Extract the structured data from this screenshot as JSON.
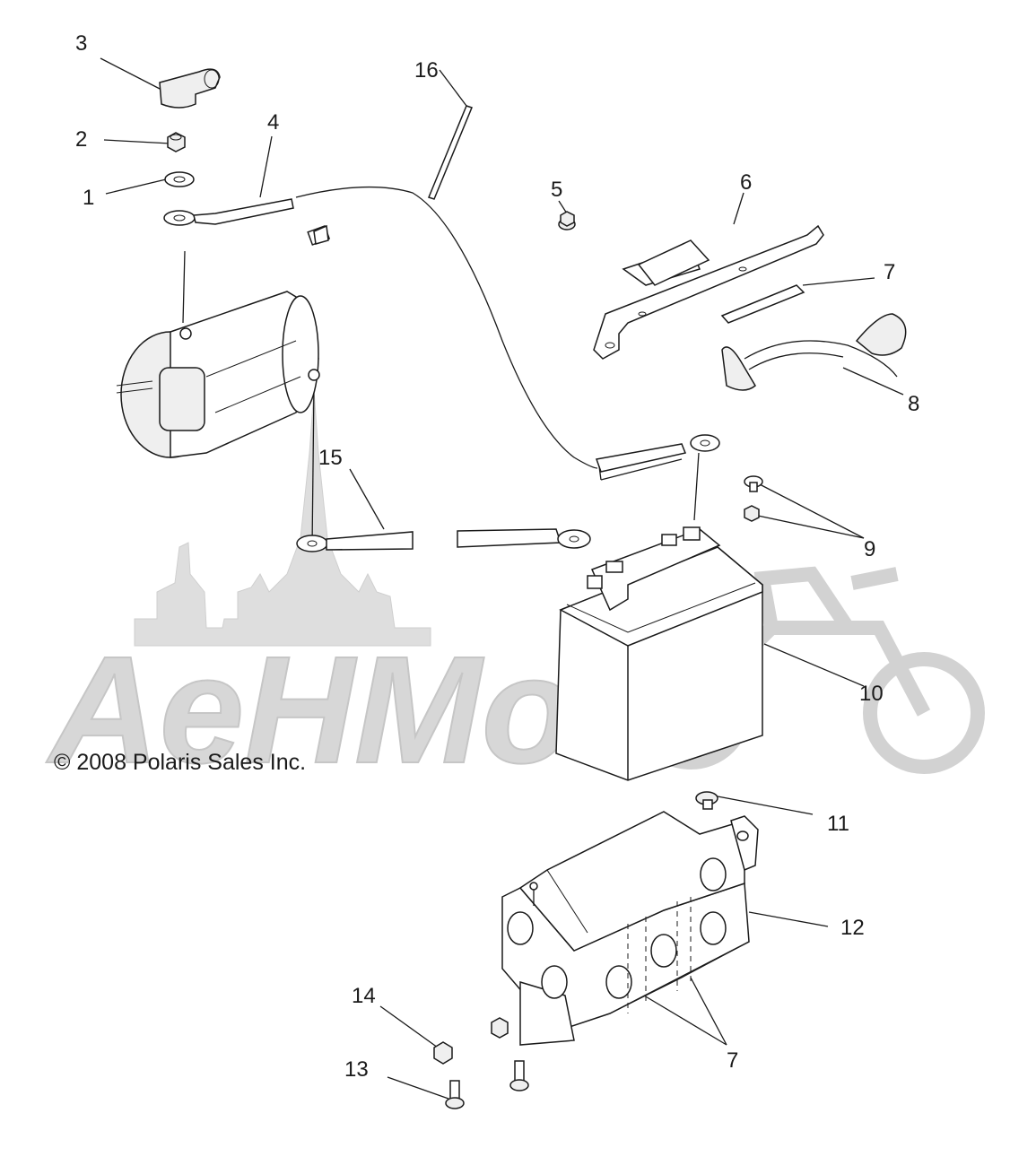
{
  "copyright": "© 2008 Polaris Sales Inc.",
  "watermark_text": "AeHMoto",
  "callouts": {
    "c1": "1",
    "c2": "2",
    "c3": "3",
    "c4": "4",
    "c5": "5",
    "c6": "6",
    "c7a": "7",
    "c7b": "7",
    "c8": "8",
    "c9": "9",
    "c10": "10",
    "c11": "11",
    "c12": "12",
    "c13": "13",
    "c14": "14",
    "c15": "15",
    "c16": "16"
  }
}
